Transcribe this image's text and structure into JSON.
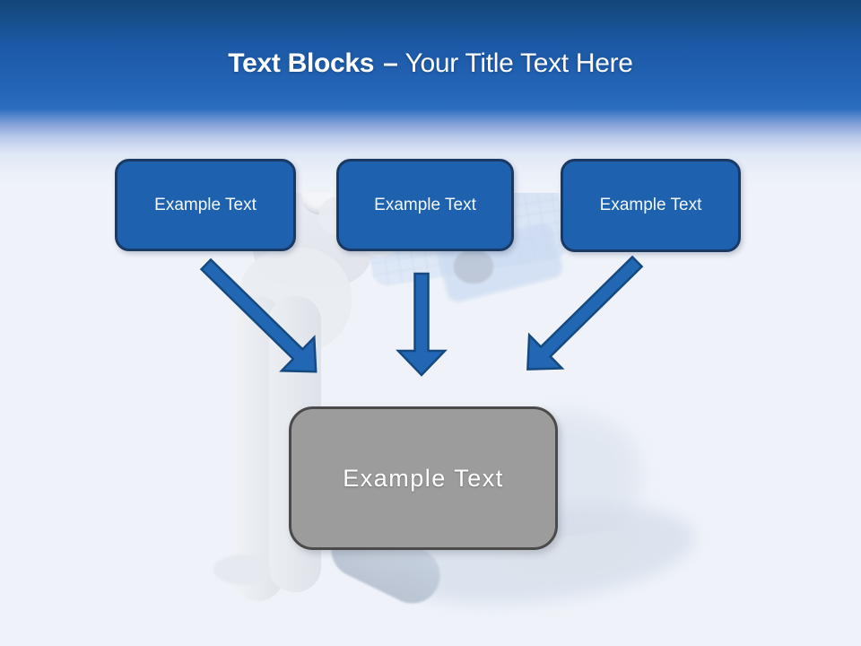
{
  "slide": {
    "title": {
      "bold": "Text Blocks",
      "separator": "–",
      "regular": "Your Title Text Here"
    },
    "blocks": [
      {
        "id": "block-1",
        "label": "Example Text"
      },
      {
        "id": "block-2",
        "label": "Example Text"
      },
      {
        "id": "block-3",
        "label": "Example Text"
      }
    ],
    "summary_block": {
      "label": "Example Text"
    },
    "connectors": [
      {
        "from": "block-1",
        "to": "summary-block",
        "direction": "down-right"
      },
      {
        "from": "block-2",
        "to": "summary-block",
        "direction": "down"
      },
      {
        "from": "block-3",
        "to": "summary-block",
        "direction": "down-left"
      }
    ],
    "colors": {
      "header_gradient_top": "#134677",
      "header_gradient_blue": "#2b6dbf",
      "block_fill": "#1e61ae",
      "block_border": "#1a3a64",
      "arrow_fill": "#2267b3",
      "arrow_border": "#15497f",
      "summary_fill": "#9c9c9c",
      "summary_border": "#4a4a4a",
      "background": "#eff3f9",
      "title_text": "#ffffff"
    }
  }
}
